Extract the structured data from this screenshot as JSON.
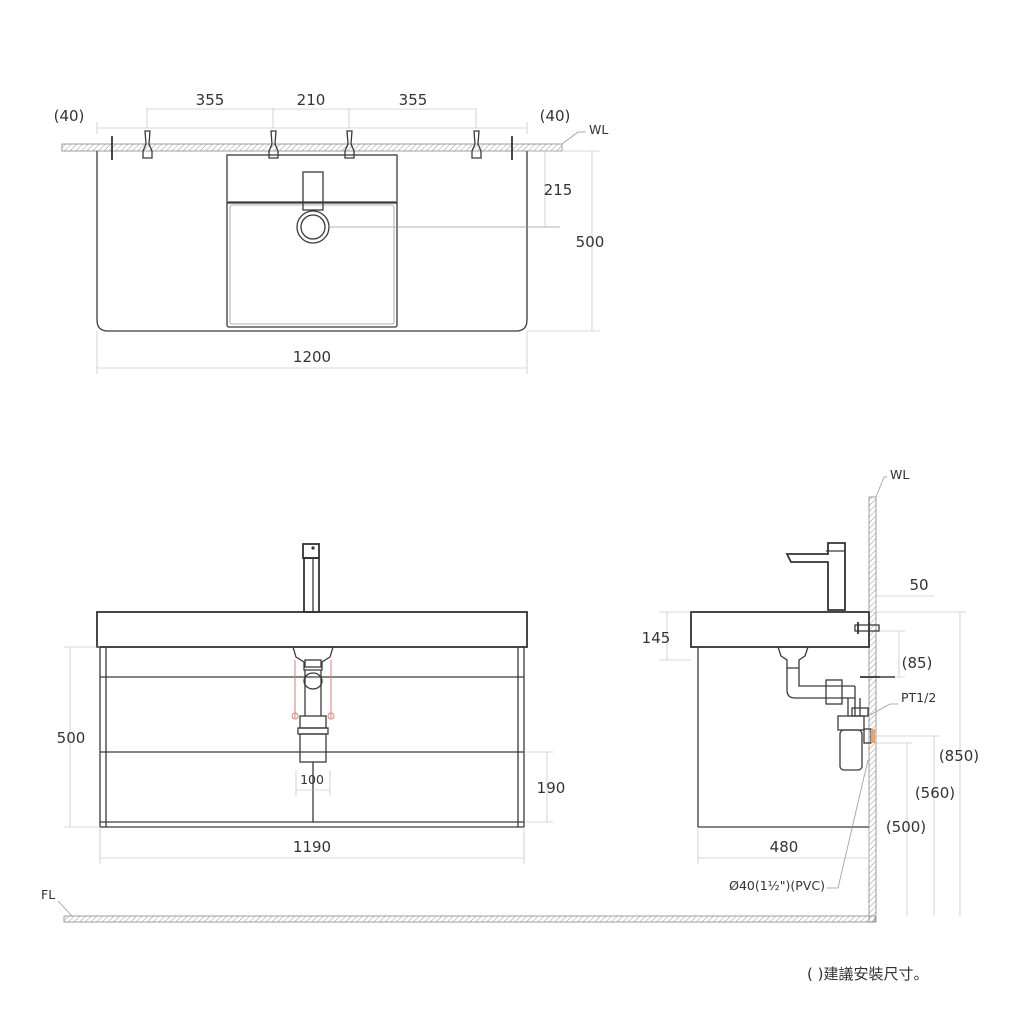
{
  "top_view": {
    "dims_top": [
      "(40)",
      "355",
      "210",
      "355",
      "(40)"
    ],
    "wall_line": "WL",
    "dim_215": "215",
    "dim_500": "500",
    "dim_1200": "1200"
  },
  "front_view": {
    "dim_500": "500",
    "dim_100": "100",
    "dim_190": "190",
    "dim_1190": "1190",
    "floor_line": "FL"
  },
  "side_view": {
    "wall_line": "WL",
    "dim_50": "50",
    "dim_145": "145",
    "dim_85": "(85)",
    "pipe_thread": "PT1/2",
    "dim_850": "(850)",
    "dim_560": "(560)",
    "dim_500": "(500)",
    "dim_480": "480",
    "drain_pipe": "Ø40(1½\")(PVC)"
  },
  "footnote": "( )建議安裝尺寸。"
}
